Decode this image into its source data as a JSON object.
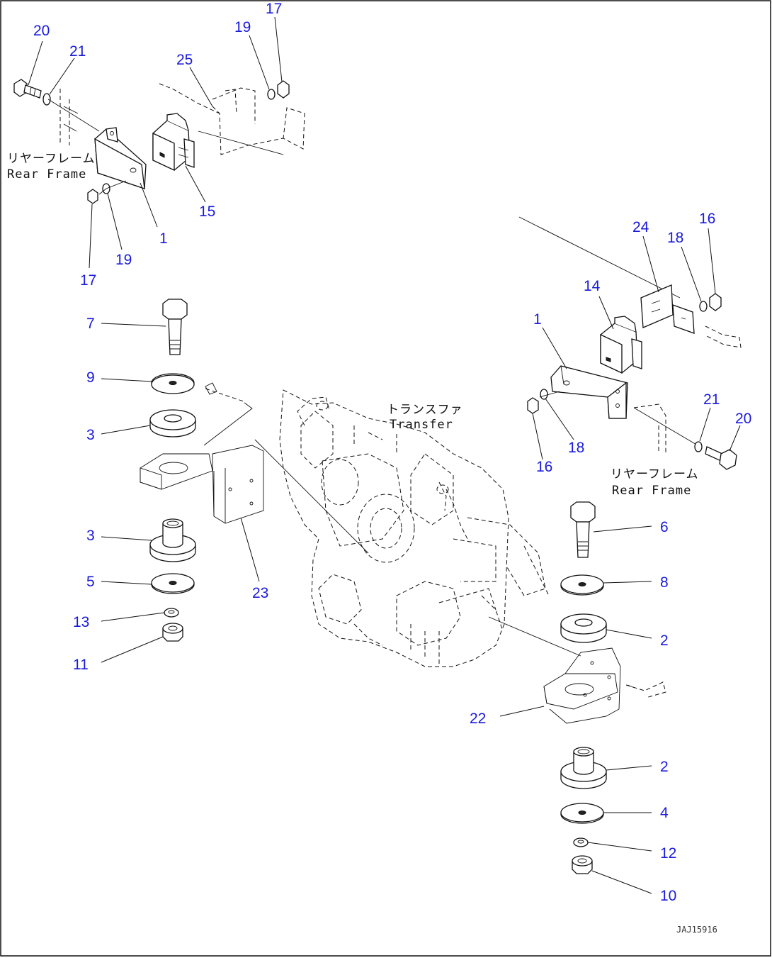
{
  "labels": {
    "rear_frame_top_jp": "リヤーフレーム",
    "rear_frame_top_en": "Rear Frame",
    "rear_frame_right_jp": "リヤーフレーム",
    "rear_frame_right_en": "Rear Frame",
    "transfer_jp": "トランスファ",
    "transfer_en": "Transfer",
    "drawing_code": "JAJ15916"
  },
  "callouts": {
    "p20_top": "20",
    "p21_top": "21",
    "p25": "25",
    "p19_top": "19",
    "p17_top": "17",
    "p15": "15",
    "p1_top": "1",
    "p17_bot": "17",
    "p19_bot": "19",
    "p24": "24",
    "p18_top": "18",
    "p16_top": "16",
    "p14": "14",
    "p1_right": "1",
    "p16_bot": "16",
    "p18_bot": "18",
    "p21_right": "21",
    "p20_right": "20",
    "p7": "7",
    "p9": "9",
    "p3_top": "3",
    "p3_bot": "3",
    "p5": "5",
    "p13": "13",
    "p11": "11",
    "p23": "23",
    "p6": "6",
    "p8": "8",
    "p2_top": "2",
    "p22": "22",
    "p2_bot": "2",
    "p4": "4",
    "p12": "12",
    "p10": "10"
  }
}
